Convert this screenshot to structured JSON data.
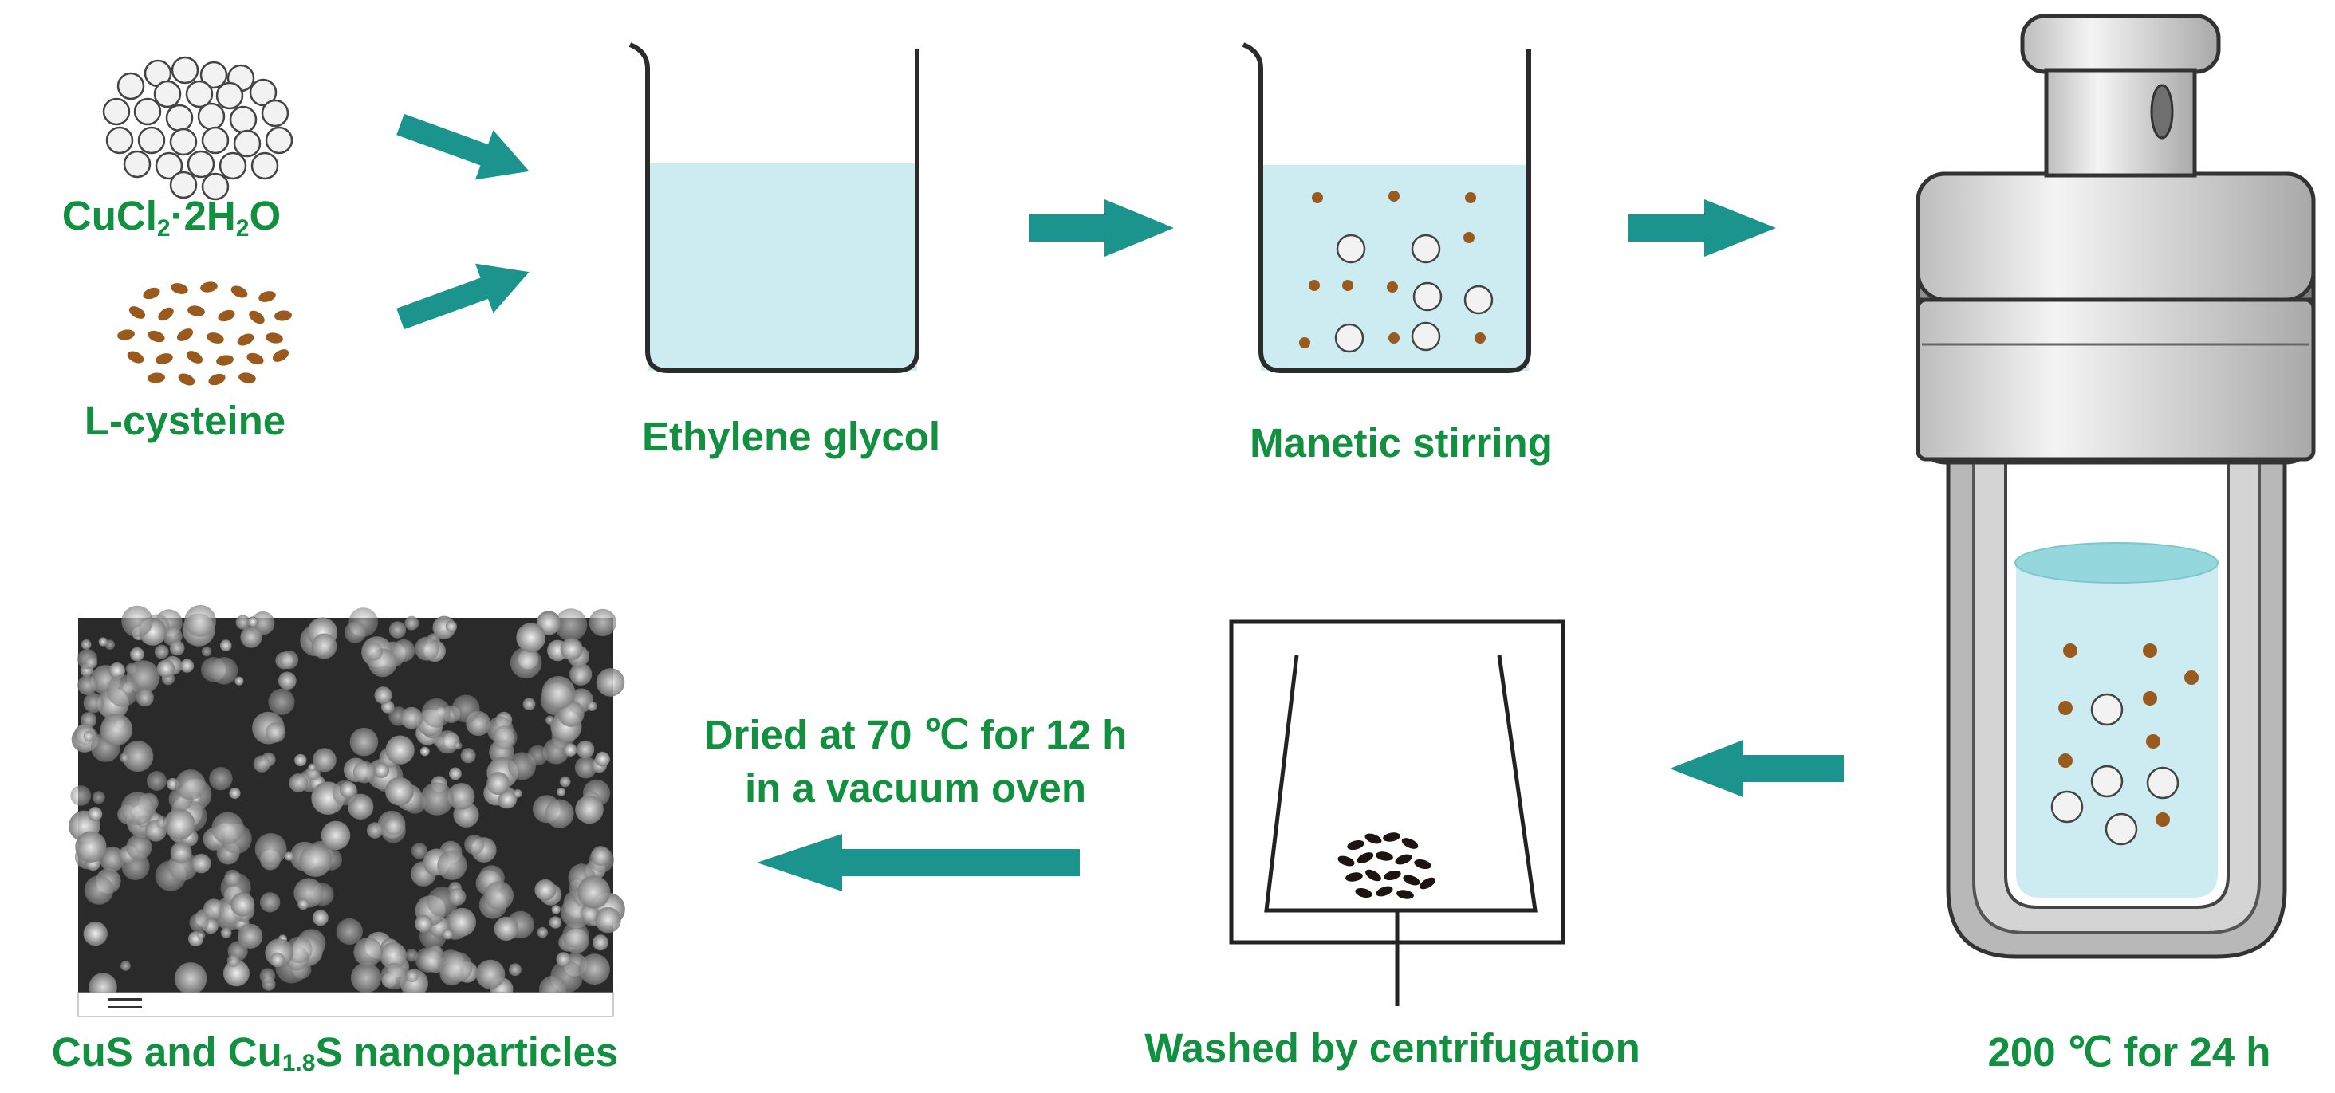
{
  "colors": {
    "label_green": "#119040",
    "arrow_teal": "#1a948c",
    "liquid": "#cdecf1",
    "liquid_top": "#94d8de",
    "brown_particle": "#9a5a1e",
    "dark_particle": "#1c1410",
    "outline": "#2b2b2b"
  },
  "reagents": {
    "cucl2": {
      "base": "CuCl",
      "sub1": "2",
      "mid": "·2H",
      "sub2": "2",
      "end": "O",
      "icon": "white-spheres-cluster-icon"
    },
    "cysteine": {
      "text": "L-cysteine",
      "icon": "brown-grains-cluster-icon"
    }
  },
  "steps": {
    "solvent": {
      "label": "Ethylene glycol",
      "icon": "beaker-icon"
    },
    "stirring": {
      "label": "Manetic stirring",
      "icon": "beaker-with-particles-icon"
    },
    "autoclave": {
      "label": "200 ℃ for 24 h",
      "icon": "hydrothermal-autoclave-icon"
    },
    "centrifuge": {
      "label": "Washed by centrifugation",
      "icon": "centrifuge-tube-icon"
    },
    "drying": {
      "line1": "Dried at 70 ℃  for 12 h",
      "line2": "in a vacuum oven"
    },
    "product": {
      "part1": "CuS and Cu",
      "sub": "1.8",
      "part2": "S nanoparticles",
      "icon": "sem-micrograph-icon"
    }
  },
  "arrows": [
    "arrow-right",
    "arrow-right",
    "arrow-right",
    "arrow-right",
    "arrow-left",
    "arrow-left"
  ]
}
